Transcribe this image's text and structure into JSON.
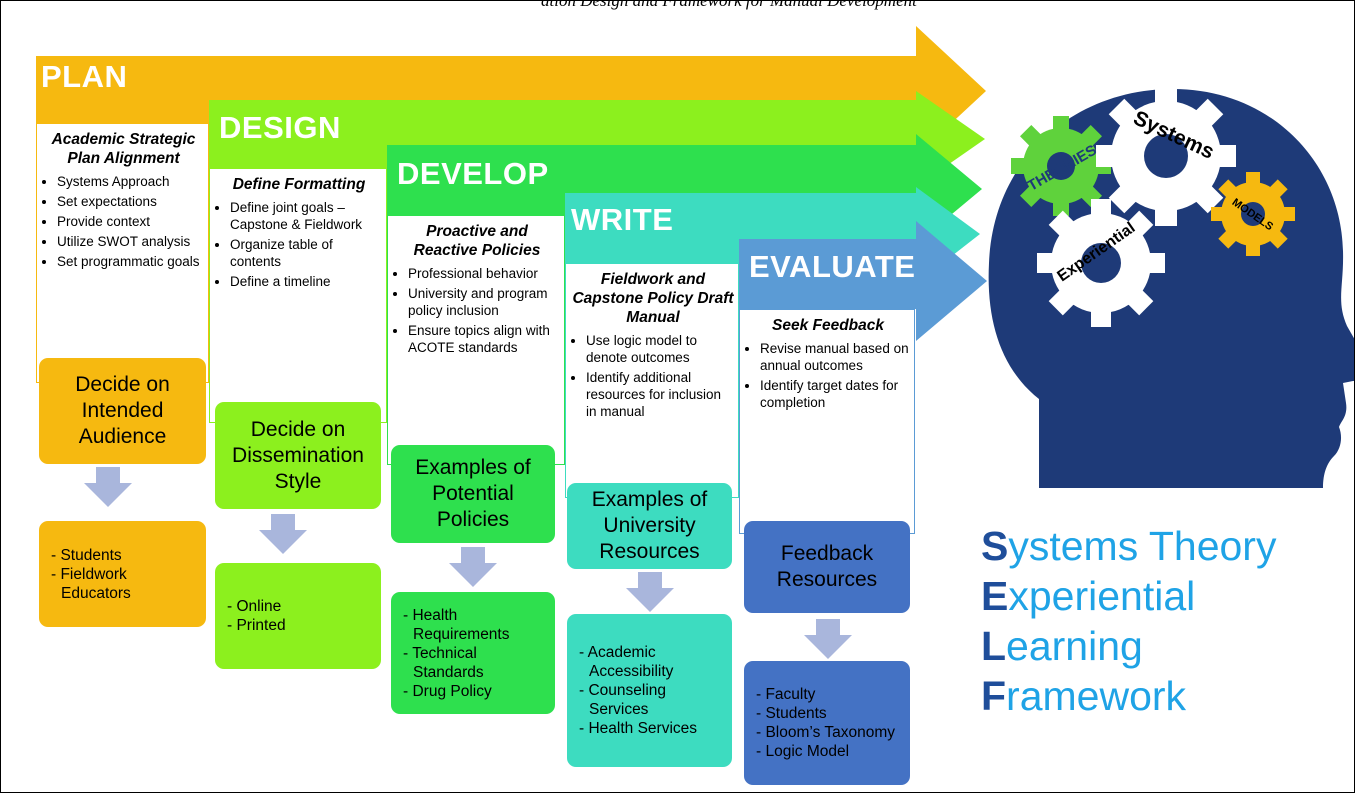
{
  "caption": "ation Design and Framework for Manual Development",
  "stages": [
    {
      "key": "plan",
      "title": "PLAN",
      "color": "#f6b910",
      "panel_title": "Academic Strategic Plan Alignment",
      "bullets": [
        "Systems Approach",
        "Set expectations",
        "Provide context",
        "Utilize SWOT analysis",
        "Set programmatic goals"
      ],
      "decision": "Decide on Intended Audience",
      "items": [
        "- Students",
        "- Fieldwork Educators"
      ]
    },
    {
      "key": "design",
      "title": "DESIGN",
      "color": "#8cf01e",
      "panel_title": "Define Formatting",
      "bullets": [
        "Define joint goals – Capstone & Fieldwork",
        "Organize table of contents",
        "Define a timeline"
      ],
      "decision": "Decide on Dissemination Style",
      "items": [
        "- Online",
        "- Printed"
      ]
    },
    {
      "key": "develop",
      "title": "DEVELOP",
      "color": "#2ee04e",
      "panel_title": "Proactive and Reactive Policies",
      "bullets": [
        "Professional behavior",
        "University and program policy inclusion",
        "Ensure topics align with ACOTE standards"
      ],
      "decision": "Examples of Potential Policies",
      "items": [
        "- Health Requirements",
        "- Technical Standards",
        "- Drug Policy"
      ]
    },
    {
      "key": "write",
      "title": "WRITE",
      "color": "#3ddcc0",
      "panel_title": "Fieldwork and Capstone Policy Draft Manual",
      "bullets": [
        "Use logic model to denote outcomes",
        "Identify additional resources for inclusion in manual"
      ],
      "decision": "Examples of University Resources",
      "items": [
        "- Academic Accessibility",
        "- Counseling Services",
        "- Health Services"
      ]
    },
    {
      "key": "evaluate",
      "title": "EVALUATE",
      "color": "#5b9bd5",
      "panel_title": "Seek Feedback",
      "bullets": [
        "Revise manual based on annual outcomes",
        "Identify target dates for completion"
      ],
      "decision": "Feedback Resources",
      "items": [
        "- Faculty",
        "- Students",
        "- Bloom’s Taxonomy",
        "- Logic Model"
      ]
    }
  ],
  "head": {
    "color": "#1e3a78",
    "gears": [
      {
        "label": "THEORIES",
        "color": "#5fd23c"
      },
      {
        "label": "Systems",
        "color": "#ffffff"
      },
      {
        "label": "MODELS",
        "color": "#f6b910"
      },
      {
        "label": "Experiential",
        "color": "#ffffff"
      }
    ]
  },
  "acronym": [
    {
      "letter": "S",
      "rest": "ystems Theory"
    },
    {
      "letter": "E",
      "rest": "xperiential"
    },
    {
      "letter": "L",
      "rest": "earning"
    },
    {
      "letter": "F",
      "rest": "ramework"
    }
  ]
}
